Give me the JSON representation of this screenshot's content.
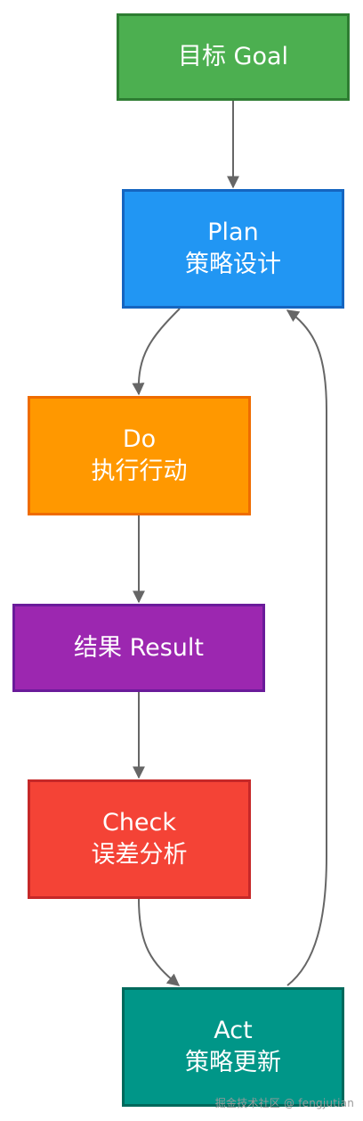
{
  "nodes": {
    "goal": {
      "label": "目标 Goal",
      "fill": "#4CAF50",
      "border": "#2E7D32"
    },
    "plan": {
      "line1": "Plan",
      "line2": "策略设计",
      "fill": "#2196F3",
      "border": "#1565C0"
    },
    "do": {
      "line1": "Do",
      "line2": "执行行动",
      "fill": "#FF9800",
      "border": "#EF6C00"
    },
    "result": {
      "label": "结果 Result",
      "fill": "#9C27B0",
      "border": "#6A1B9A"
    },
    "check": {
      "line1": "Check",
      "line2": "误差分析",
      "fill": "#F44336",
      "border": "#C62828"
    },
    "act": {
      "line1": "Act",
      "line2": "策略更新",
      "fill": "#009688",
      "border": "#00695C"
    }
  },
  "edges": [
    {
      "from": "goal",
      "to": "plan"
    },
    {
      "from": "plan",
      "to": "do"
    },
    {
      "from": "do",
      "to": "result"
    },
    {
      "from": "result",
      "to": "check"
    },
    {
      "from": "check",
      "to": "act"
    },
    {
      "from": "act",
      "to": "plan"
    }
  ],
  "edge_color": "#666666",
  "watermark": "掘金技术社区 @ fengjutian"
}
